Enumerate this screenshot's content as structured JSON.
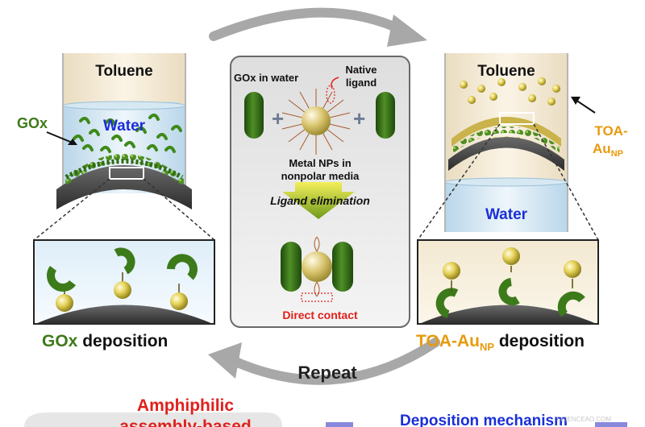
{
  "left_panel": {
    "top_phase": "Toluene",
    "bottom_phase": "Water",
    "protein_label": "GOx",
    "caption_main": "GOx",
    "caption_rest": " deposition"
  },
  "right_panel": {
    "top_phase": "Toluene",
    "bottom_phase": "Water",
    "np_label_line1": "TOA-",
    "np_label_line2_main": "Au",
    "np_label_line2_sub": "NP",
    "caption_main": "TOA-Au",
    "caption_sub": "NP",
    "caption_rest": " deposition"
  },
  "center_panel": {
    "gox_in_water": "GOx in water",
    "native_ligand_line1": "Native",
    "native_ligand_line2": "ligand",
    "metal_np_line1": "Metal NPs in",
    "metal_np_line2": "nonpolar media",
    "ligand_elimination": "Ligand elimination",
    "direct_contact": "Direct contact"
  },
  "cycle": {
    "repeat": "Repeat"
  },
  "footer": {
    "left_line1": "Amphiphilic",
    "left_line2": "assembly-based",
    "right": "Deposition mechanism",
    "watermark": "SCIENCEAO.COM"
  },
  "colors": {
    "gox_green": "#3e7a1a",
    "water_blue": "#1a2fd6",
    "red_text": "#e0201c",
    "orange_text": "#e89a0c",
    "gold": "#d9c64a",
    "arrow_gray": "#a8a8a8"
  }
}
